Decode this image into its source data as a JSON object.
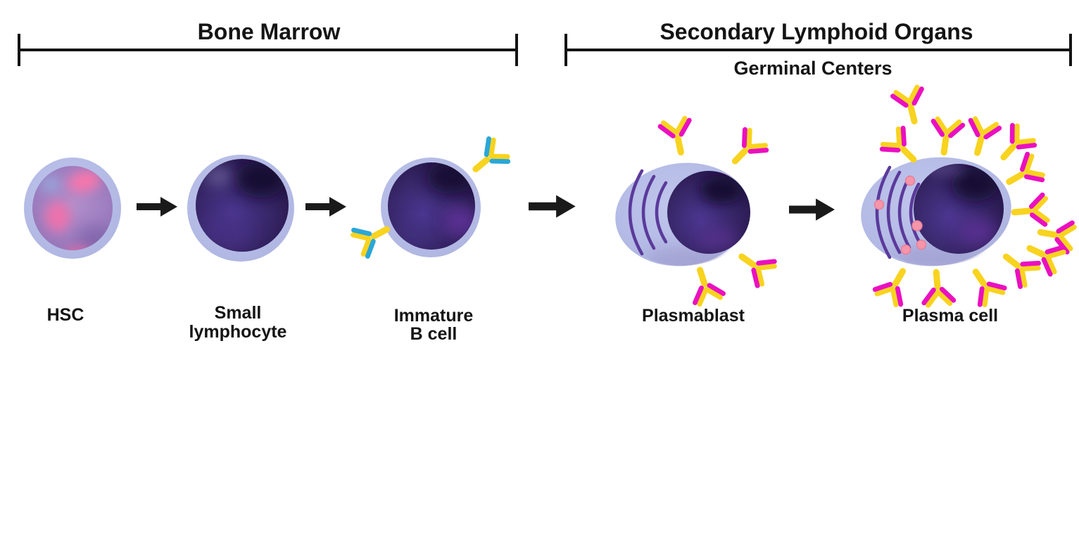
{
  "regions": [
    {
      "label": "Bone Marrow"
    },
    {
      "label": "Secondary Lymphoid Organs",
      "sublabel": "Germinal Centers"
    }
  ],
  "stages": [
    {
      "name": "HSC",
      "label_lines": [
        "HSC"
      ],
      "region": "Bone Marrow"
    },
    {
      "name": "Small lymphocyte",
      "label_lines": [
        "Small",
        "lymphocyte"
      ],
      "region": "Bone Marrow"
    },
    {
      "name": "Immature B cell",
      "label_lines": [
        "Immature",
        "B cell"
      ],
      "region": "Bone Marrow",
      "receptor_count": 2
    },
    {
      "name": "Plasmablast",
      "label_lines": [
        "Plasmablast"
      ],
      "region": "Secondary Lymphoid Organs",
      "secreted_antibody_count": 4
    },
    {
      "name": "Plasma cell",
      "label_lines": [
        "Plasma cell"
      ],
      "region": "Secondary Lymphoid Organs",
      "secreted_antibody_count": 13
    }
  ],
  "icons": {
    "arrow": "right-arrow-icon",
    "antibody": "antibody-y-icon",
    "receptor": "b-cell-receptor-icon"
  },
  "colors": {
    "membrane": "#b7bfe8",
    "cytoplasm_light": "#c0c6ec",
    "cytoplasm_dark": "#a5abd9",
    "nucleus_dark": "#221241",
    "nucleus_mid": "#4c3791",
    "nucleus_violet": "#5f3298",
    "hsc_body": "#a080c2",
    "hsc_pink": "#fb76ab",
    "er_arc": "#5b3a9b",
    "vesicle_pink": "#f595aa",
    "vesicle_rim": "#e87f98",
    "antibody_yellow": "#f8d31f",
    "antibody_magenta": "#ea10c0",
    "receptor_cyan": "#2aa7d8",
    "arrow_black": "#1a1a1a",
    "text": "#141414"
  }
}
